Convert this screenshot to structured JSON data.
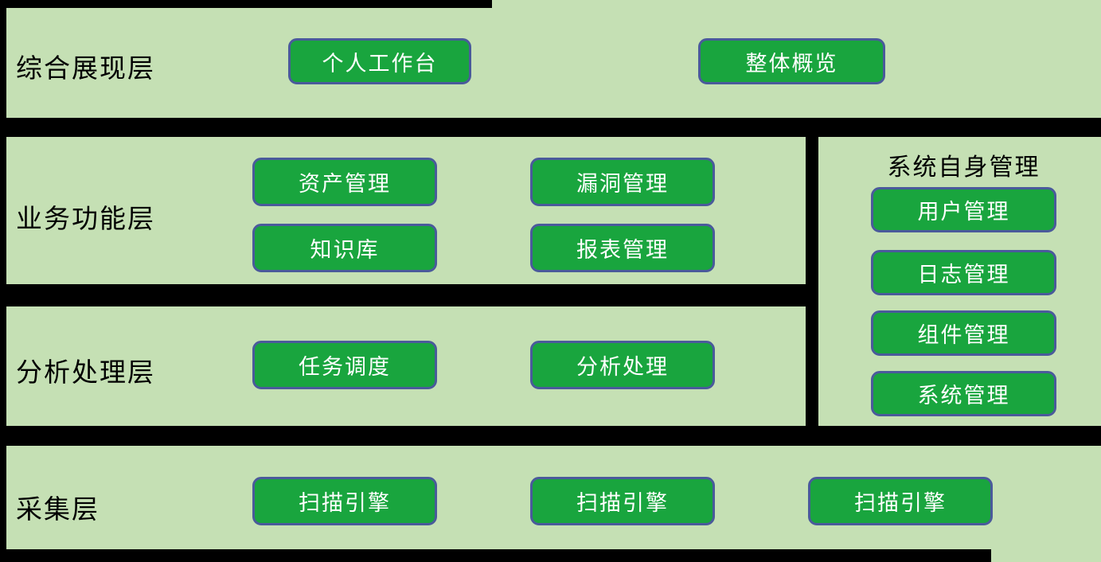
{
  "diagram": {
    "colors": {
      "background": "#c5e0b4",
      "separator": "#000000",
      "node_fill": "#19a53e",
      "node_border": "#4a5a9b",
      "node_text": "#ffffff",
      "label_text": "#000000"
    },
    "layers": [
      {
        "id": "presentation",
        "label": "综合展现层",
        "nodes": [
          {
            "label": "个人工作台"
          },
          {
            "label": "整体概览"
          }
        ]
      },
      {
        "id": "business",
        "label": "业务功能层",
        "nodes": [
          {
            "label": "资产管理"
          },
          {
            "label": "漏洞管理"
          },
          {
            "label": "知识库"
          },
          {
            "label": "报表管理"
          }
        ]
      },
      {
        "id": "analysis",
        "label": "分析处理层",
        "nodes": [
          {
            "label": "任务调度"
          },
          {
            "label": "分析处理"
          }
        ]
      },
      {
        "id": "collection",
        "label": "采集层",
        "nodes": [
          {
            "label": "扫描引擎"
          },
          {
            "label": "扫描引擎"
          },
          {
            "label": "扫描引擎"
          }
        ]
      }
    ],
    "side_panel": {
      "title": "系统自身管理",
      "nodes": [
        {
          "label": "用户管理"
        },
        {
          "label": "日志管理"
        },
        {
          "label": "组件管理"
        },
        {
          "label": "系统管理"
        }
      ]
    }
  }
}
